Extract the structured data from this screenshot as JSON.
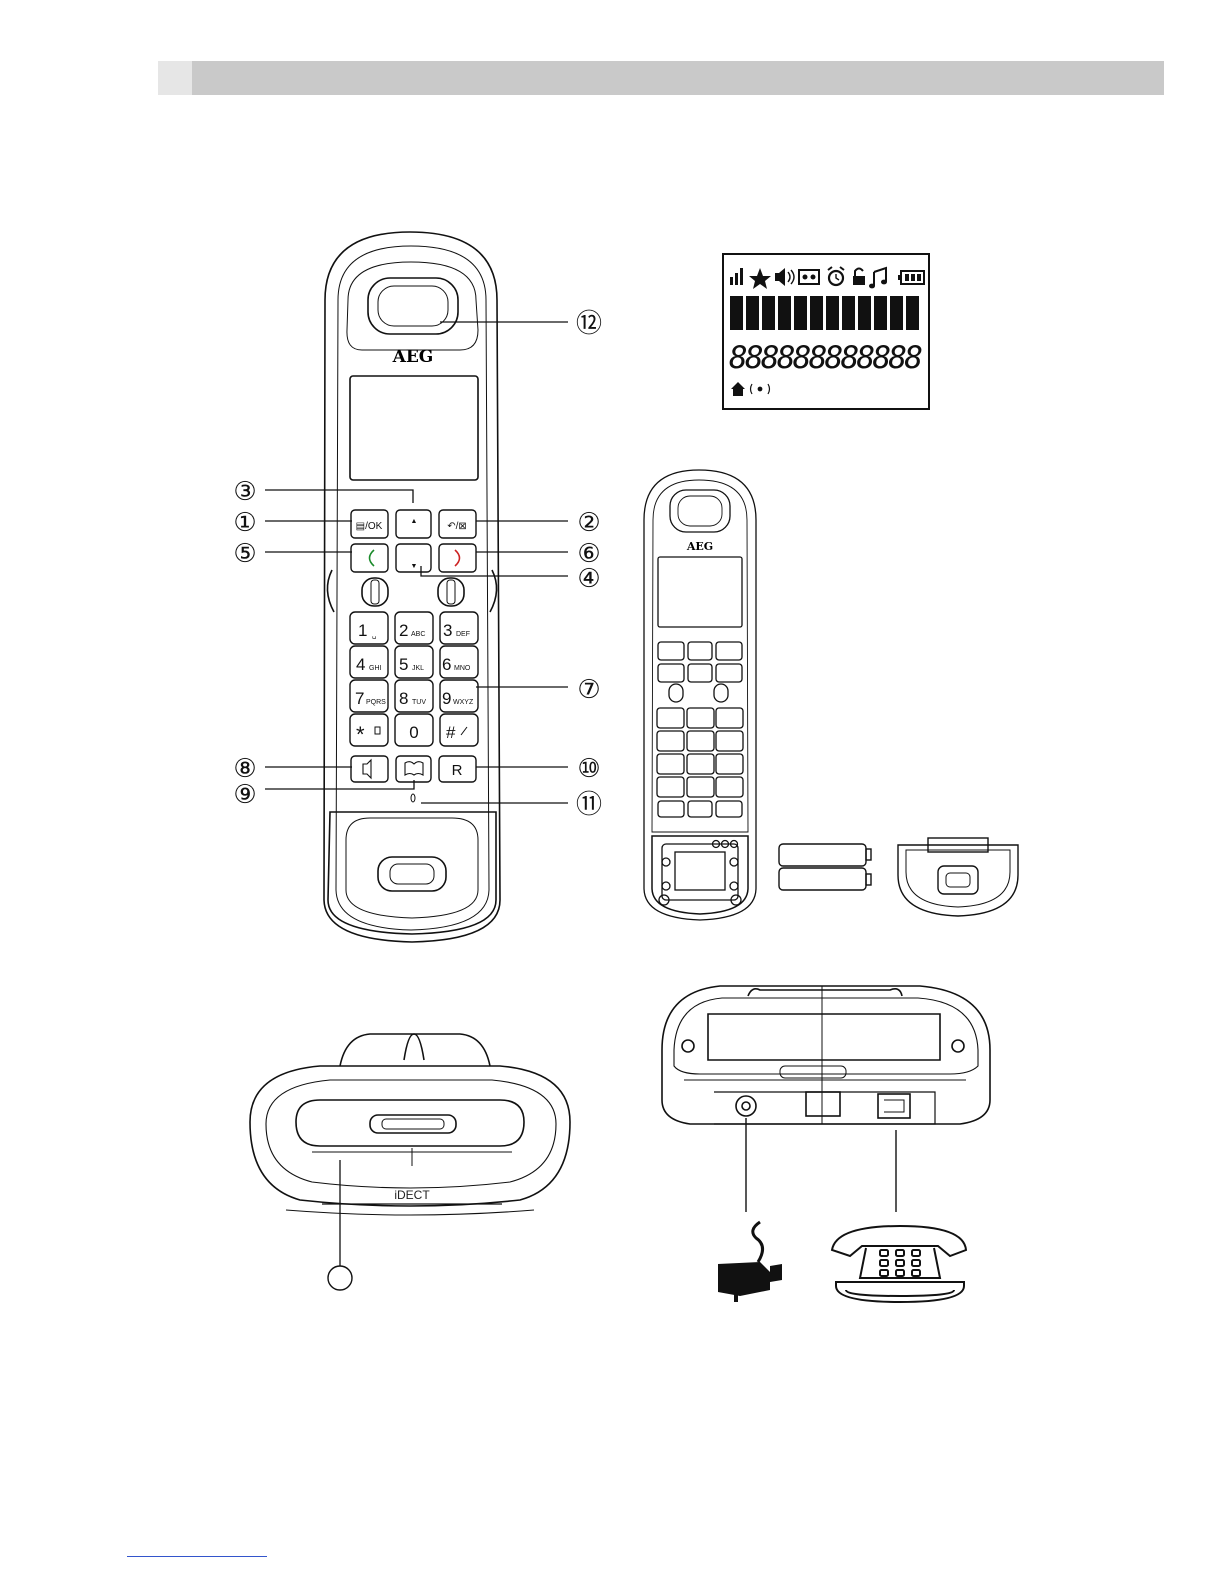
{
  "header": {
    "bar": "",
    "tab": ""
  },
  "handset": {
    "brand": "AEG",
    "keys": {
      "menu_ok": "▤/OK",
      "back_mute": "↶/⊠",
      "up": "▲",
      "down": "▼",
      "k1": "1",
      "k1s": "␣",
      "k2": "2",
      "k2s": "ABC",
      "k3": "3",
      "k3s": "DEF",
      "k4": "4",
      "k4s": "GHI",
      "k5": "5",
      "k5s": "JKL",
      "k6": "6",
      "k6s": "MNO",
      "k7": "7",
      "k7s": "PQRS",
      "k8": "8",
      "k8s": "TUV",
      "k9": "9",
      "k9s": "WXYZ",
      "kstar": "*",
      "k0": "0",
      "khash": "#",
      "r": "R"
    }
  },
  "callouts": [
    "①",
    "②",
    "③",
    "④",
    "⑤",
    "⑥",
    "⑦",
    "⑧",
    "⑨",
    "⑩",
    "⑪",
    "⑫"
  ],
  "lcd": {
    "digits": "888888888888"
  },
  "small_handset": {
    "brand": "AEG"
  },
  "base": {
    "label": "iDECT"
  },
  "icons": [
    "signal-icon",
    "star-icon",
    "speaker-icon",
    "answering-machine-icon",
    "alarm-icon",
    "lock-icon",
    "music-icon",
    "battery-icon",
    "home-icon",
    "ring-icon",
    "power-adapter-icon",
    "telephone-icon"
  ]
}
